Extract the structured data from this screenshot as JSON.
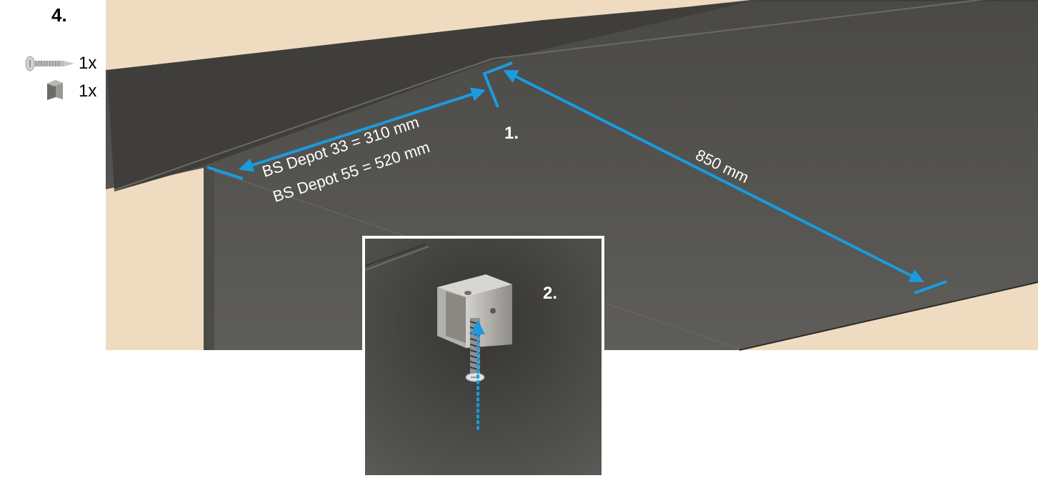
{
  "step": {
    "number": "4."
  },
  "parts": [
    {
      "name": "screw-icon",
      "qty": "1x"
    },
    {
      "name": "bracket-icon",
      "qty": "1x"
    }
  ],
  "main": {
    "marker": "1.",
    "dim_depth_line1": "BS Depot 33 = 310 mm",
    "dim_depth_line2": "BS Depot 55 = 520 mm",
    "dim_width": "850 mm"
  },
  "inset": {
    "marker": "2."
  },
  "colors": {
    "wall": "#efdcc0",
    "panel": "#555451",
    "dimension": "#1a9be0",
    "frame": "#ffffff"
  }
}
